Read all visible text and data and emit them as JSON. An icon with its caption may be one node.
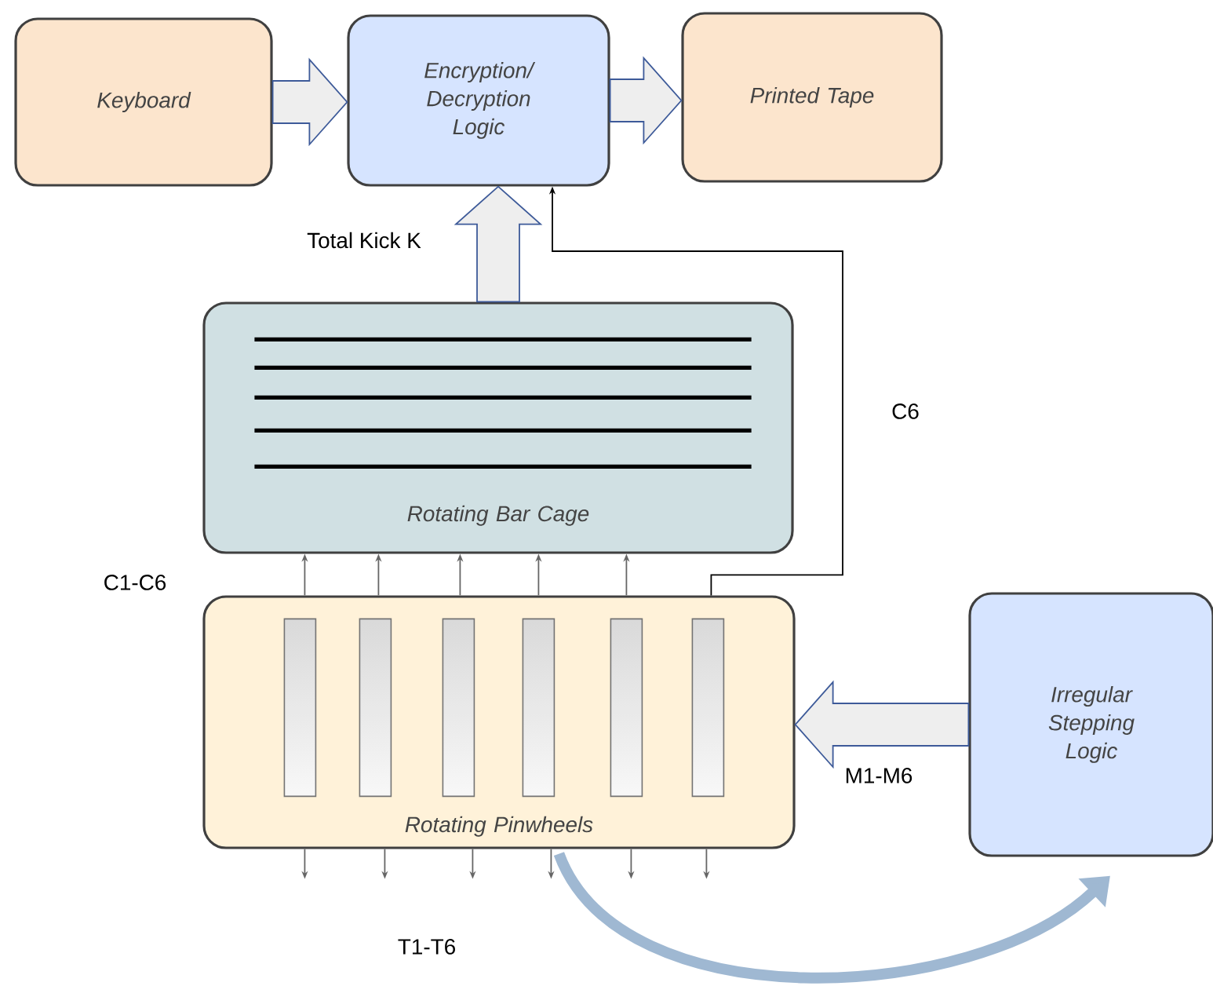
{
  "diagram": {
    "nodes": [
      {
        "text": [
          "Keyboard"
        ]
      },
      {
        "text": [
          "Encryption/ Decryption Logic"
        ]
      },
      {
        "text": [
          "Printed Tape"
        ]
      },
      {
        "text": [
          "Rotating Bar Cage"
        ]
      },
      {
        "text": [
          "Rotating Pinwheels"
        ]
      },
      {
        "text": [
          "Irregular Stepping Logic"
        ]
      }
    ],
    "edges": [
      {
        "from": 0,
        "to": 1,
        "arrow": "to",
        "style": "thick",
        "color": "#3d5a99"
      },
      {
        "from": 1,
        "to": 2,
        "arrow": "to",
        "style": "thick",
        "color": "#3d5a99"
      },
      {
        "from": 3,
        "to": 1,
        "arrow": "to",
        "style": "thick",
        "color": "#3d5a99",
        "label": "Total Kick K"
      },
      {
        "from": 4,
        "to": 1,
        "arrow": "to",
        "color": "#000000",
        "label": "C6"
      },
      {
        "from": 4,
        "to": 3,
        "arrow": "to"
      },
      {
        "from": 4,
        "to": 3,
        "arrow": "to"
      },
      {
        "from": 4,
        "to": 3,
        "arrow": "to"
      },
      {
        "from": 4,
        "to": 3,
        "arrow": "to"
      },
      {
        "from": 4,
        "to": 3,
        "arrow": "to"
      },
      {
        "from": 5,
        "to": 4,
        "arrow": "to",
        "style": "thick",
        "color": "#3d5a99",
        "label": "M1-M6"
      },
      {
        "from": 4,
        "to": 5,
        "arrow": "to",
        "style": "thick",
        "color": "#9fb8d2"
      },
      {
        "from": 4,
        "to": null,
        "arrow": "to"
      },
      {
        "from": 4,
        "to": null,
        "arrow": "to"
      },
      {
        "from": 4,
        "to": null,
        "arrow": "to"
      },
      {
        "from": 4,
        "to": null,
        "arrow": "to"
      },
      {
        "from": 4,
        "to": null,
        "arrow": "to"
      },
      {
        "from": 4,
        "to": null,
        "arrow": "to"
      }
    ],
    "labels": [
      "C1-C6",
      "T1-T6"
    ]
  }
}
